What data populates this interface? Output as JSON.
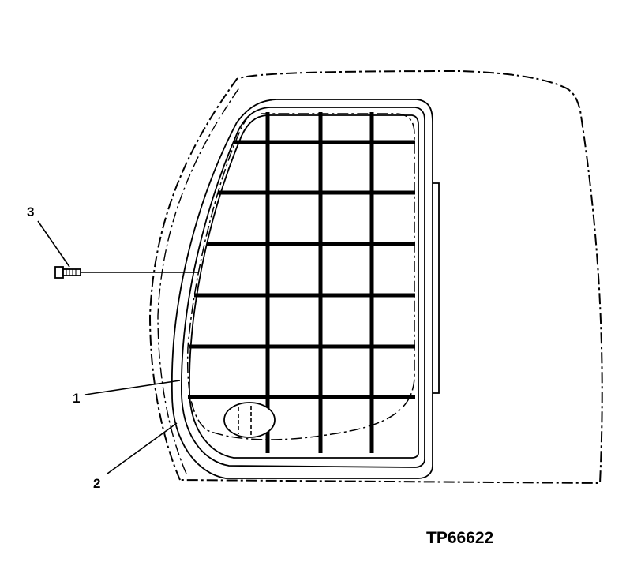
{
  "figure_id": "TP66622",
  "callouts": [
    {
      "label": "1",
      "target": "window-inner-seal"
    },
    {
      "label": "2",
      "target": "window-frame"
    },
    {
      "label": "3",
      "target": "cap-screw"
    }
  ]
}
